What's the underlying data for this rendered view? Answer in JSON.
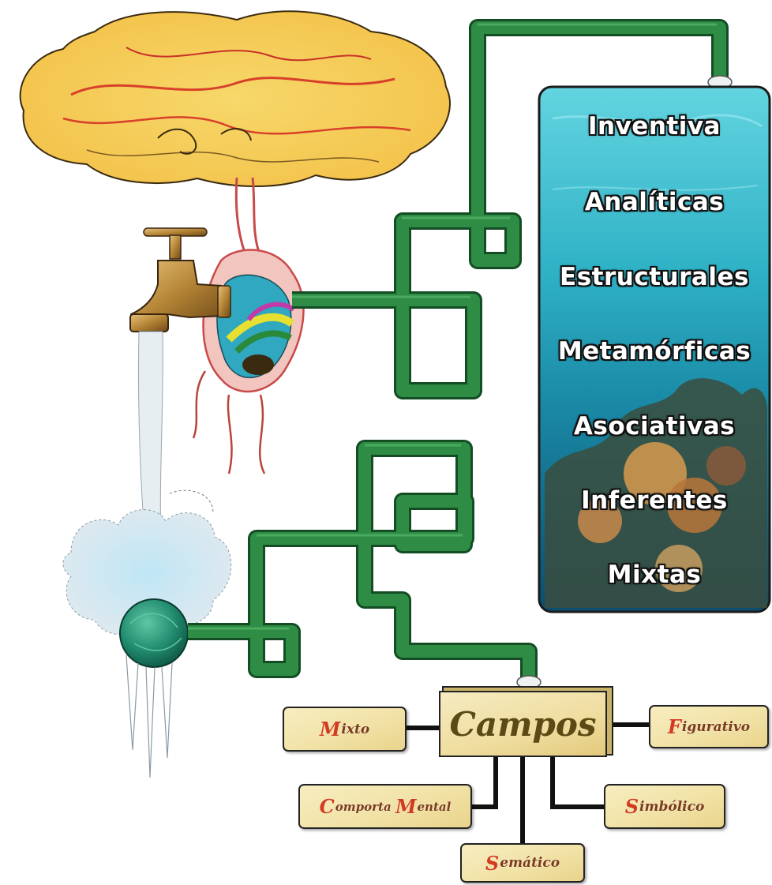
{
  "panel_items": [
    "Inventiva",
    "Analíticas",
    "Estructurales",
    "Metamórficas",
    "Asociativas",
    "Inferentes",
    "Mixtas"
  ],
  "hub": {
    "label": "Campos"
  },
  "fields": {
    "mixto": {
      "initial": "M",
      "rest": "ixto"
    },
    "figurativo": {
      "initial": "F",
      "rest": "igurativo"
    },
    "comporta_mental": {
      "initial1": "C",
      "rest1": "omporta ",
      "initial2": "M",
      "rest2": "ental"
    },
    "simbolico": {
      "initial": "S",
      "rest": "imbólico"
    },
    "sematico": {
      "initial": "S",
      "rest": "emático"
    }
  },
  "colors": {
    "pipe": "#1f7a3a",
    "pipe_light": "#3aa35a",
    "panel_water": "#35b7c9",
    "box_fill": "#f1e2a6",
    "accent_letter": "#d23b1e"
  }
}
